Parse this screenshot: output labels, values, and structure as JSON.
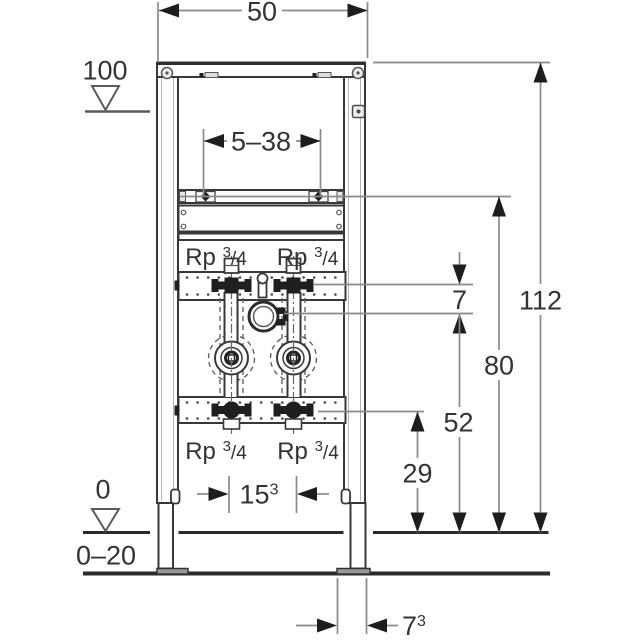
{
  "dimensions": {
    "frame_width": "50",
    "rail_adjust_range": "5–38",
    "total_height": "112",
    "rail_height": "80",
    "clamp_height": "52",
    "lower_connection_height": "29",
    "fitting_offset": "7",
    "tap_spacing": "15",
    "tap_spacing_note": "3",
    "foot_depth": "7",
    "foot_depth_note": "3"
  },
  "markers": {
    "meter_mark": "100",
    "zero_mark": "0",
    "floor_range": "0–20"
  },
  "connection_labels": {
    "rp": "Rp ",
    "numerator": "3",
    "slash_denominator": "/4"
  }
}
